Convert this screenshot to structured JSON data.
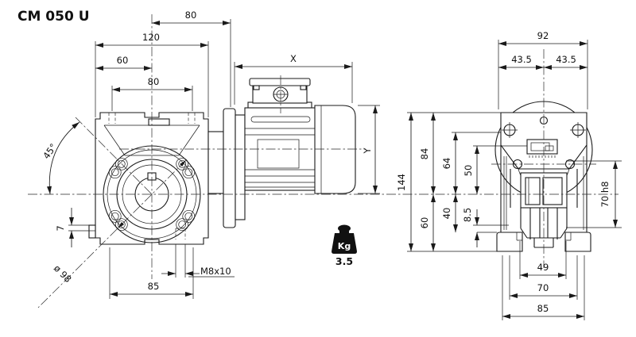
{
  "title": "CM 050 U",
  "colors": {
    "ink": "#1a1a1a",
    "background": "#ffffff"
  },
  "front_view": {
    "name": "front view of worm gearbox with motor",
    "dims": {
      "center_to_motor_face": "80",
      "body_width": "120",
      "body_half_width": "60",
      "top_lug_spacing": "80",
      "motor_length": "X",
      "motor_height": "Y",
      "flange_hole_angle": "45°",
      "side_lug_thickness": "7",
      "flange_diameter": "ø 98",
      "bottom_hole_spacing": "85",
      "bottom_tap": "M8x10"
    }
  },
  "side_view": {
    "name": "output end view of gearbox",
    "dims": {
      "flange_width": "92",
      "flange_half_left": "43.5",
      "flange_half_right": "43.5",
      "total_height": "144",
      "axis_to_top": "84",
      "axis_to_bottom": "60",
      "flange_screw_to_axis": "64",
      "axis_to_foot": "40",
      "plug_to_axis": "50",
      "foot_step": "8.5",
      "output_boss_diameter": "70 h8",
      "hub_width": "49",
      "foot_hole_spacing": "70",
      "foot_width": "85"
    }
  },
  "weight": {
    "unit": "Kg",
    "value": "3.5"
  }
}
